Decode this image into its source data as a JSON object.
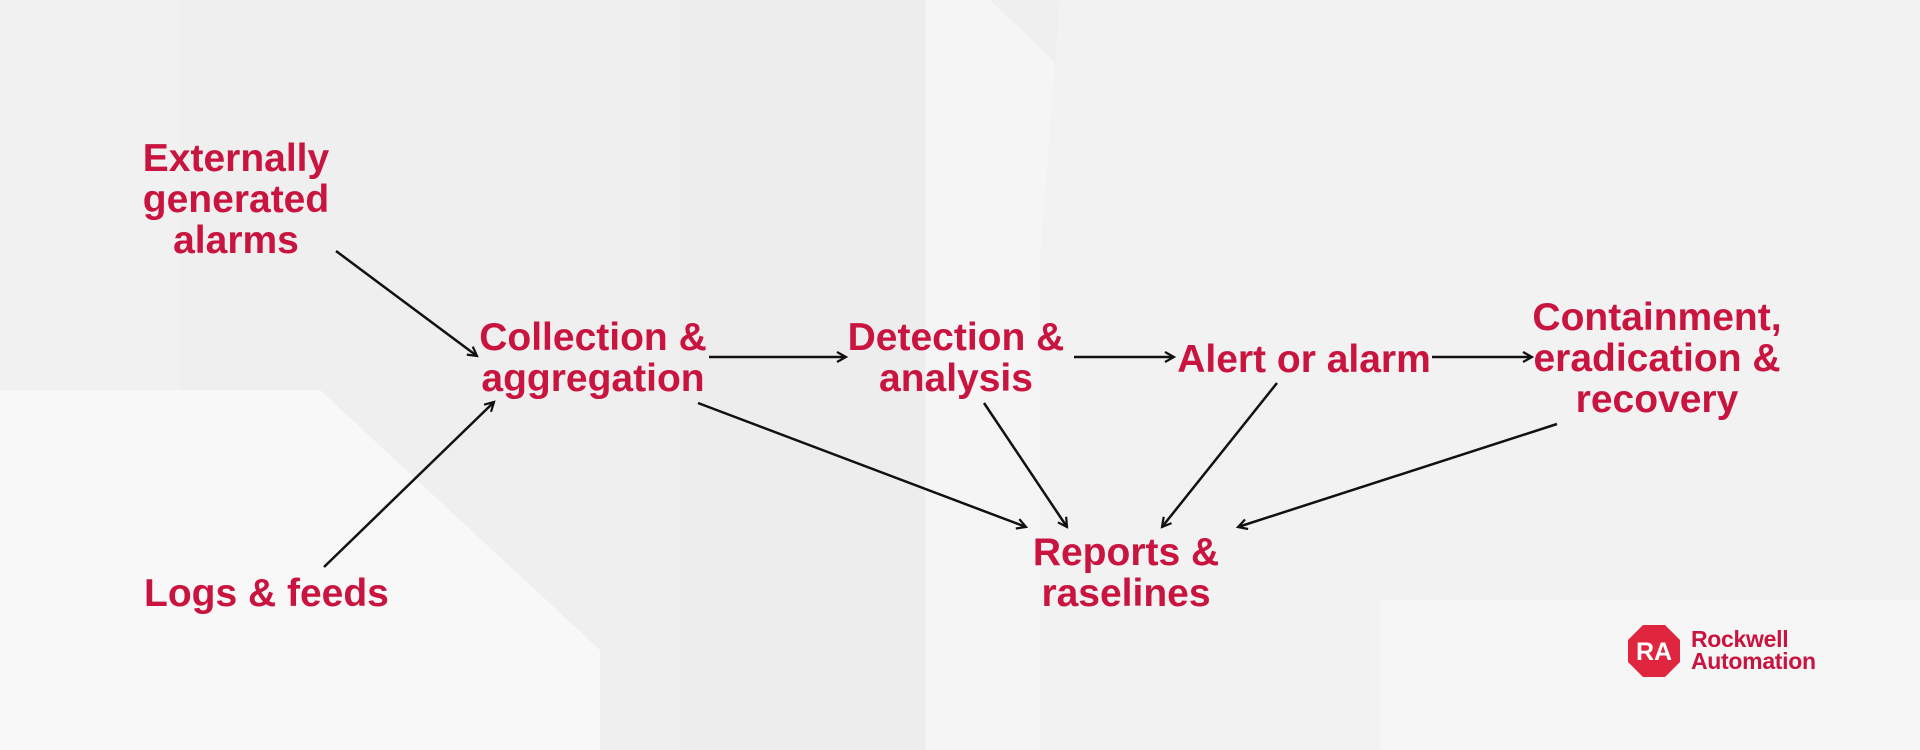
{
  "nodes": {
    "external_alarms": "Externally\ngenerated\nalarms",
    "logs_feeds": "Logs & feeds",
    "collection": "Collection &\naggregation",
    "detection": "Detection &\nanalysis",
    "alert": "Alert or alarm",
    "containment": "Containment,\neradication &\nrecovery",
    "reports": "Reports &\nraselines"
  },
  "logo": {
    "mark": "RA",
    "text": "Rockwell\nAutomation"
  },
  "colors": {
    "text": "#c8143e",
    "arrow": "#111111",
    "logo_mark": "#e0263f",
    "background": "#efefef"
  }
}
